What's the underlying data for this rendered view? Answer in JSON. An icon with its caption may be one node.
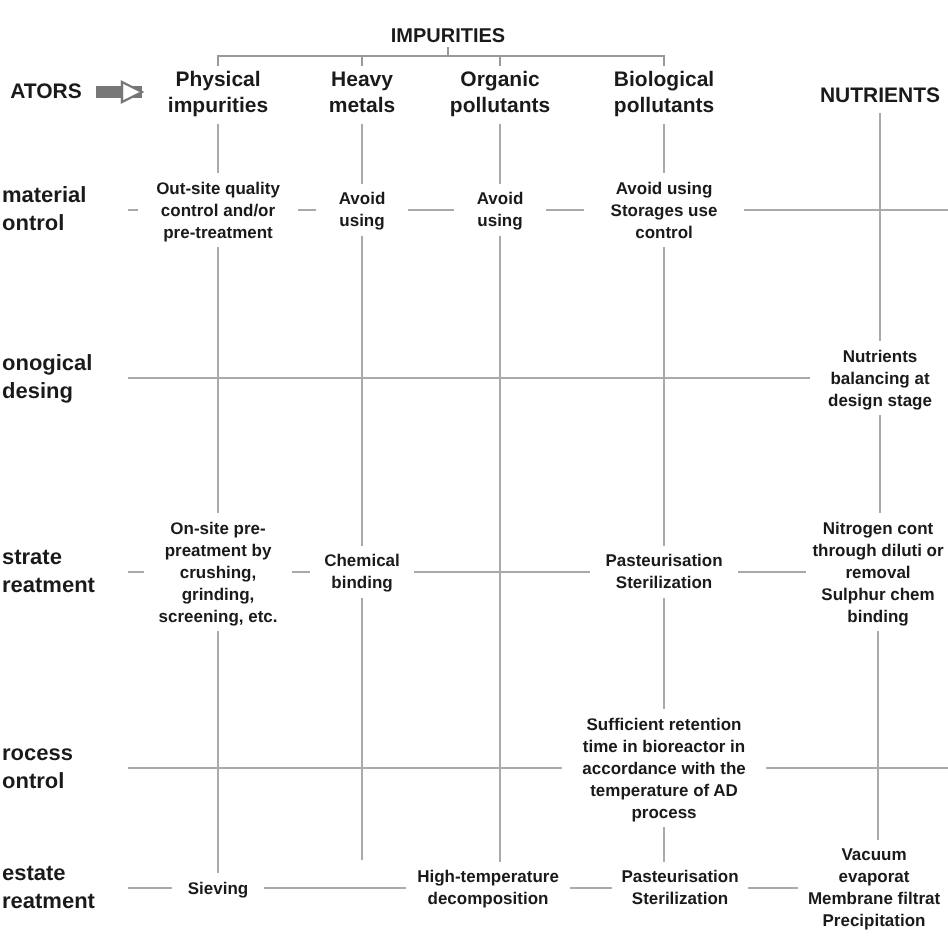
{
  "diagram": {
    "nodes": [
      {
        "text": [
          "IMPURITIES"
        ]
      },
      {
        "text": [
          "ATORS"
        ]
      },
      {
        "text": [
          "Physical impurities"
        ]
      },
      {
        "text": [
          "Heavy metals"
        ]
      },
      {
        "text": [
          "Organic pollutants"
        ]
      },
      {
        "text": [
          "Biological pollutants"
        ]
      },
      {
        "text": [
          "NUTRIENTS"
        ]
      },
      {
        "text": [
          "material ontrol"
        ]
      },
      {
        "text": [
          "Out-site quality control and/or pre-treatment"
        ]
      },
      {
        "text": [
          "Avoid using"
        ]
      },
      {
        "text": [
          "Avoid using"
        ]
      },
      {
        "text": [
          "Avoid using Storages use control"
        ]
      },
      {
        "text": [
          "onogical desing"
        ]
      },
      {
        "text": [
          "Nutrients balancing at design stage"
        ]
      },
      {
        "text": [
          "strate reatment"
        ]
      },
      {
        "text": [
          "On-site pre-preatment by crushing, grinding, screening, etc."
        ]
      },
      {
        "text": [
          "Chemical binding"
        ]
      },
      {
        "text": [
          "Pasteurisation Sterilization"
        ]
      },
      {
        "text": [
          "Nitrogen cont through diluti or removal Sulphur chem binding"
        ]
      },
      {
        "text": [
          "rocess ontrol"
        ]
      },
      {
        "text": [
          "Sufficient retention time in bioreactor in accordance with the temperature of AD process"
        ]
      },
      {
        "text": [
          "estate reatment"
        ]
      },
      {
        "text": [
          "Sieving"
        ]
      },
      {
        "text": [
          "High-temperature decomposition"
        ]
      },
      {
        "text": [
          "Pasteurisation Sterilization"
        ]
      },
      {
        "text": [
          "Vacuum evaporat Membrane filtrat Precipitation"
        ]
      }
    ],
    "edges": [
      {
        "from": 1,
        "to": 2,
        "arrow": "to",
        "style": "thick"
      },
      {
        "from": 7,
        "to": 8,
        "arrow": "none"
      },
      {
        "from": 8,
        "to": 9,
        "arrow": "none"
      },
      {
        "from": 9,
        "to": 10,
        "arrow": "none"
      },
      {
        "from": 10,
        "to": 11,
        "arrow": "none"
      },
      {
        "from": 11,
        "to": null,
        "arrow": "none"
      },
      {
        "from": 12,
        "to": 13,
        "arrow": "none"
      },
      {
        "from": 14,
        "to": 15,
        "arrow": "none"
      },
      {
        "from": 15,
        "to": 16,
        "arrow": "none"
      },
      {
        "from": 16,
        "to": 17,
        "arrow": "none"
      },
      {
        "from": 17,
        "to": 18,
        "arrow": "none"
      },
      {
        "from": 19,
        "to": 20,
        "arrow": "none"
      },
      {
        "from": 20,
        "to": null,
        "arrow": "none"
      },
      {
        "from": 21,
        "to": 22,
        "arrow": "none"
      },
      {
        "from": 22,
        "to": 23,
        "arrow": "none"
      },
      {
        "from": 23,
        "to": 24,
        "arrow": "none"
      },
      {
        "from": 24,
        "to": 25,
        "arrow": "none"
      },
      {
        "from": 2,
        "to": 8,
        "arrow": "none"
      },
      {
        "from": 8,
        "to": 15,
        "arrow": "none"
      },
      {
        "from": 15,
        "to": 22,
        "arrow": "none"
      },
      {
        "from": 3,
        "to": 9,
        "arrow": "none"
      },
      {
        "from": 9,
        "to": 16,
        "arrow": "none"
      },
      {
        "from": 16,
        "to": null,
        "arrow": "none"
      },
      {
        "from": 4,
        "to": 10,
        "arrow": "none"
      },
      {
        "from": 10,
        "to": 23,
        "arrow": "none"
      },
      {
        "from": 5,
        "to": 11,
        "arrow": "none"
      },
      {
        "from": 11,
        "to": 17,
        "arrow": "none"
      },
      {
        "from": 17,
        "to": 20,
        "arrow": "none"
      },
      {
        "from": 20,
        "to": 24,
        "arrow": "none"
      },
      {
        "from": 6,
        "to": 13,
        "arrow": "none"
      },
      {
        "from": 13,
        "to": 18,
        "arrow": "none"
      },
      {
        "from": 18,
        "to": 25,
        "arrow": "none"
      }
    ]
  }
}
